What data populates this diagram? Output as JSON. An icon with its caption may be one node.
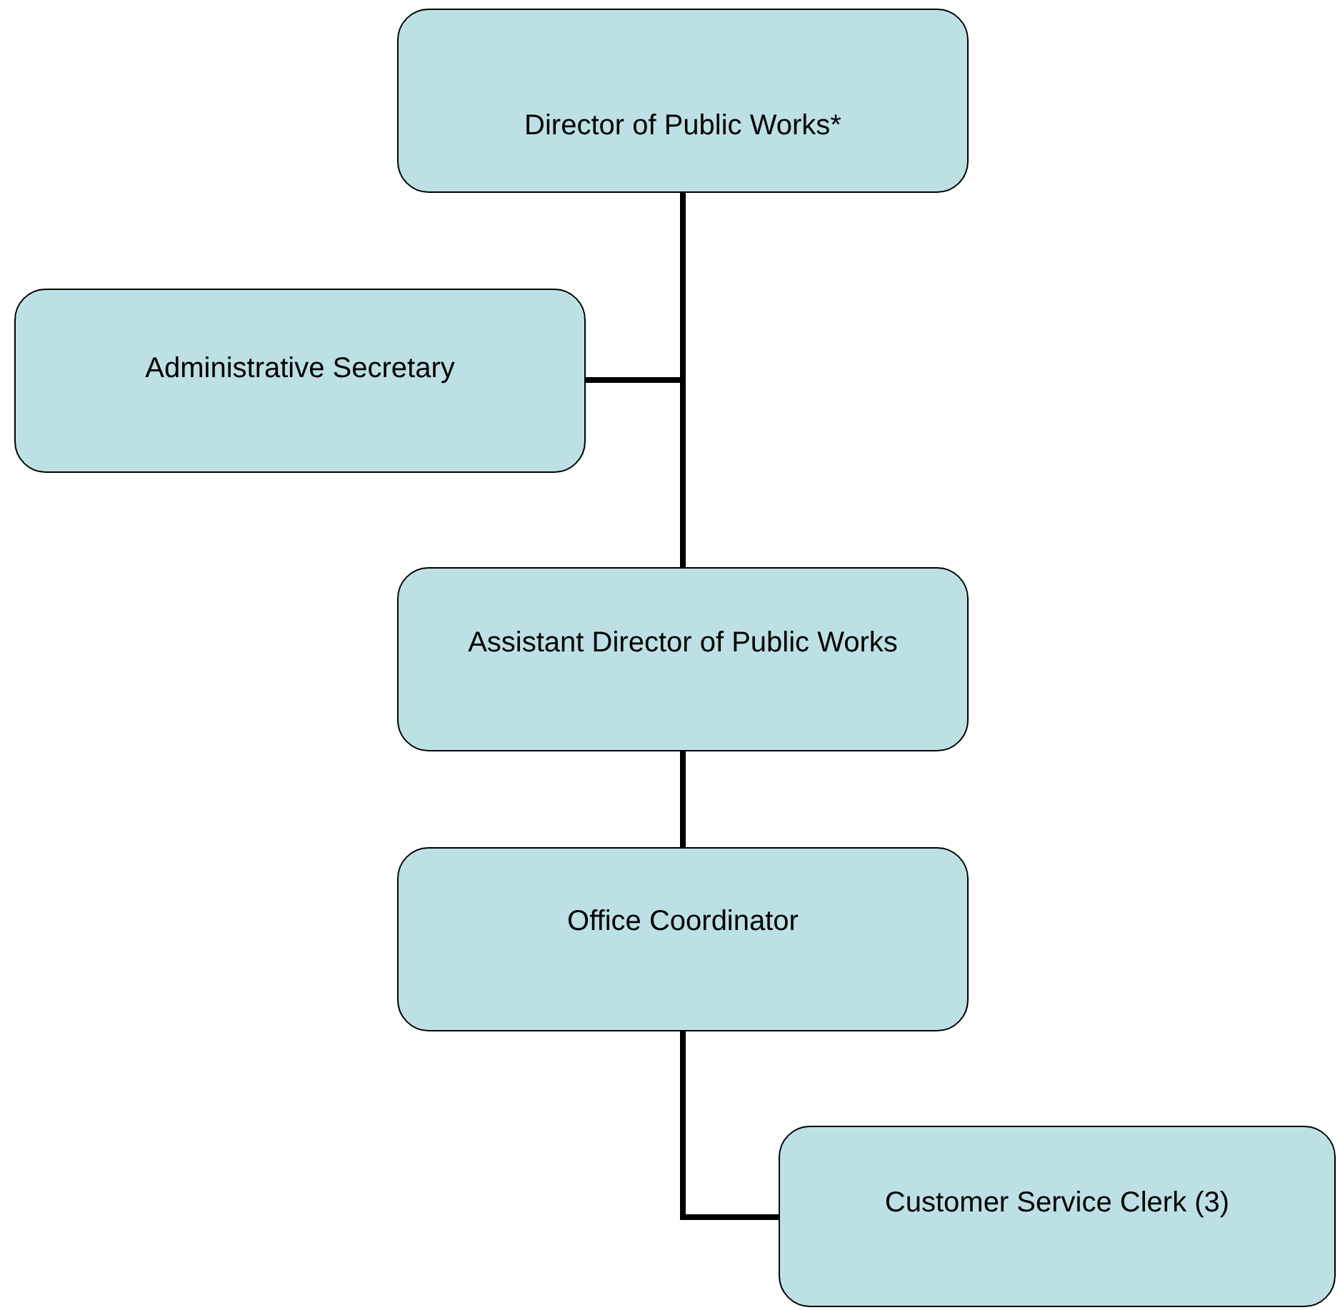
{
  "diagram": {
    "nodes": [
      {
        "text": [
          "Director of Public Works*"
        ]
      },
      {
        "text": [
          "Administrative Secretary"
        ]
      },
      {
        "text": [
          "Assistant Director of Public Works"
        ]
      },
      {
        "text": [
          "Office Coordinator"
        ]
      },
      {
        "text": [
          "Customer Service Clerk (3)"
        ]
      }
    ],
    "edges": [
      {
        "from": 0,
        "to": 1,
        "arrow": "none"
      },
      {
        "from": 0,
        "to": 2,
        "arrow": "none"
      },
      {
        "from": 2,
        "to": 3,
        "arrow": "none"
      },
      {
        "from": 3,
        "to": 4,
        "arrow": "none"
      }
    ]
  }
}
